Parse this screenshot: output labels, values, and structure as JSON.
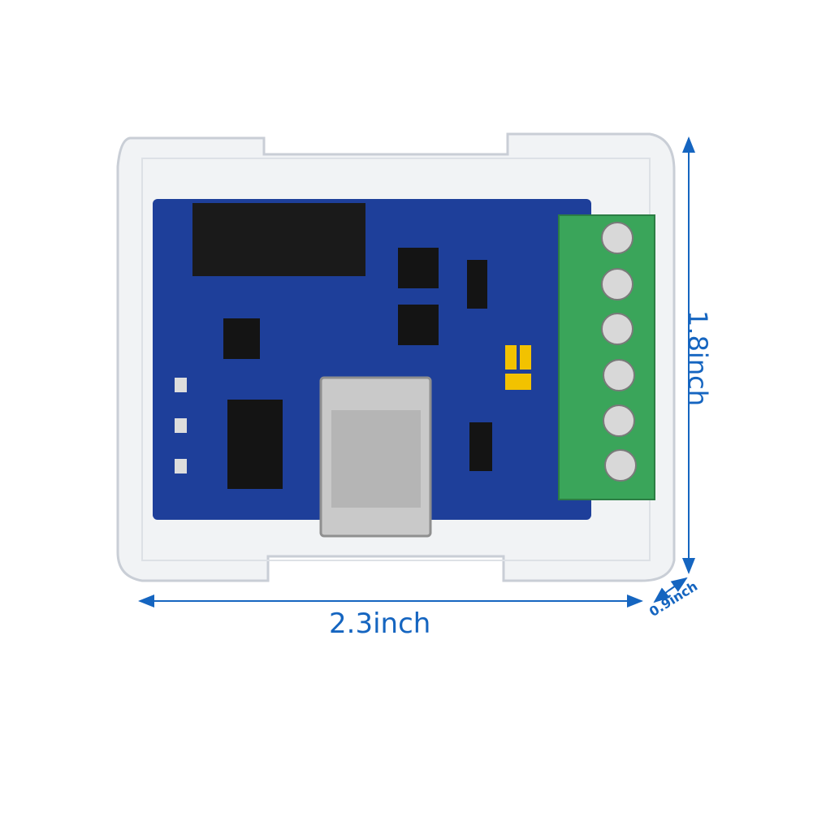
{
  "dimensions": {
    "width_label": "2.3inch",
    "height_label": "1.8inch",
    "depth_label": "0.9inch"
  },
  "colors": {
    "annotation": "#1565c0",
    "pcb": "#1e3f9a",
    "terminal_block": "#3aa55a",
    "jumper": "#f2c200"
  }
}
